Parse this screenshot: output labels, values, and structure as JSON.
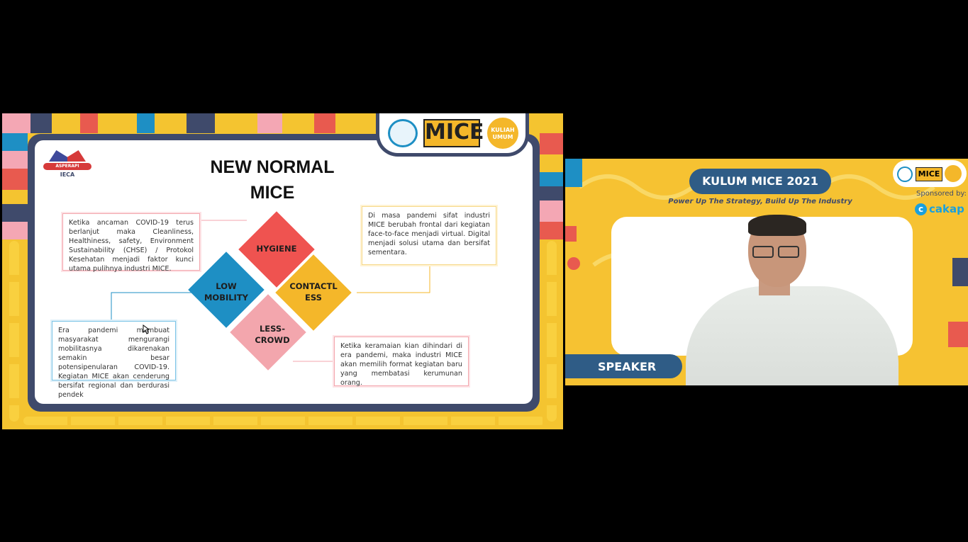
{
  "slide": {
    "title_line1": "NEW NORMAL",
    "title_line2": "MICE",
    "org_logo_text": "ASPERAPI",
    "org_name": "IECA",
    "logo_kuliah": "KULIAH",
    "logo_umum": "UMUM",
    "diamonds": {
      "hygiene": "HYGIENE",
      "low_mobility_1": "LOW",
      "low_mobility_2": "MOBILITY",
      "contactless_1": "CONTACTL",
      "contactless_2": "ESS",
      "less_crowd_1": "LESS-",
      "less_crowd_2": "CROWD"
    },
    "boxes": {
      "top_left": "Ketika ancaman COVID-19 terus berlanjut maka Cleanliness, Healthiness, safety, Environment Sustainability (CHSE) / Protokol Kesehatan menjadi faktor kunci utama pulihnya industri MICE.",
      "top_right": "Di masa pandemi sifat industri MICE berubah frontal dari kegiatan face-to-face menjadi virtual. Digital menjadi solusi utama dan bersifat sementara.",
      "bottom_left": "Era pandemi membuat masyarakat mengurangi mobilitasnya dikarenakan semakin besar potensipenularan COVID-19. Kegiatan MICE akan cenderung bersifat regional dan berdurasi pendek",
      "bottom_right": "Ketika keramaian kian dihindari di era pandemi, maka industri MICE akan memilih format kegiatan baru yang membatasi kerumunan orang."
    }
  },
  "video": {
    "event_title": "KULUM MICE 2021",
    "tagline": "Power Up The Strategy, Build Up The Industry",
    "sponsored_label": "Sponsored by:",
    "sponsor_name": "cakap",
    "speaker_label": "SPEAKER"
  },
  "colors": {
    "yellow": "#f4c430",
    "navy": "#3f4a6b",
    "hygiene": "#ef5350",
    "low_mobility": "#1e8fc4",
    "contactless": "#f4b72a",
    "less_crowd": "#f3a6ad",
    "sponsor": "#1aa0dc"
  }
}
